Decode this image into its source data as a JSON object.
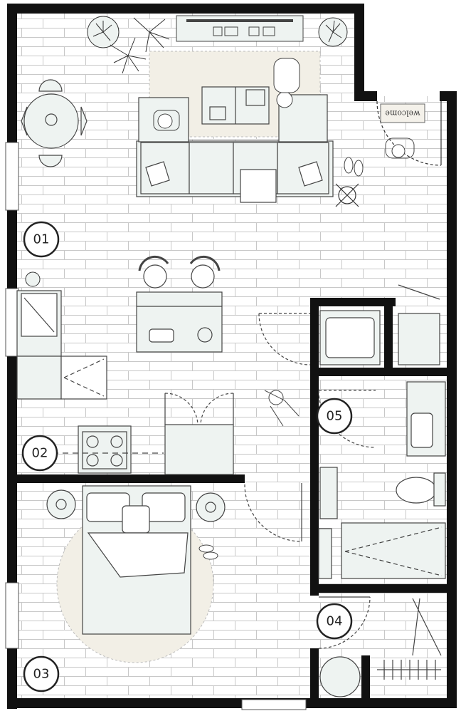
{
  "room_labels": {
    "r01": "01",
    "r02": "02",
    "r03": "03",
    "r04": "04",
    "r05": "05"
  },
  "doormat_text": "welcome",
  "colors": {
    "wall": "#111111",
    "brick_line": "#c8c8c8",
    "furniture_fill": "#eef3f1",
    "furniture_stroke": "#444444",
    "rug": "#f2efe6",
    "label_ring": "#222222"
  }
}
